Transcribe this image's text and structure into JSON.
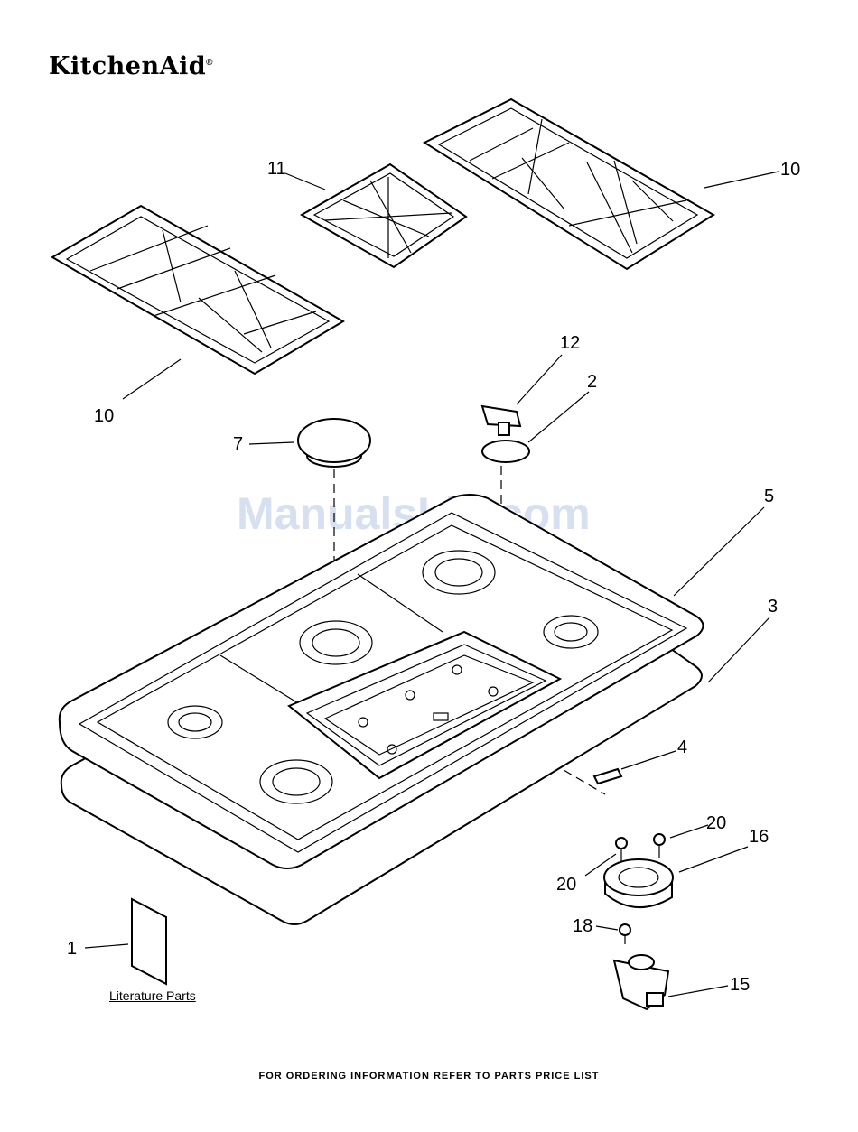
{
  "brand": "KitchenAid",
  "brand_mark": "®",
  "watermark": "ManualsLib.com",
  "literature_label": "Literature Parts",
  "footer": "FOR ORDERING INFORMATION REFER TO PARTS PRICE LIST",
  "callouts": {
    "c11": "11",
    "c10_right": "10",
    "c10_left": "10",
    "c12": "12",
    "c2": "2",
    "c7": "7",
    "c5": "5",
    "c3": "3",
    "c4": "4",
    "c20_right": "20",
    "c16": "16",
    "c20_left": "20",
    "c18": "18",
    "c1": "1",
    "c15": "15"
  }
}
